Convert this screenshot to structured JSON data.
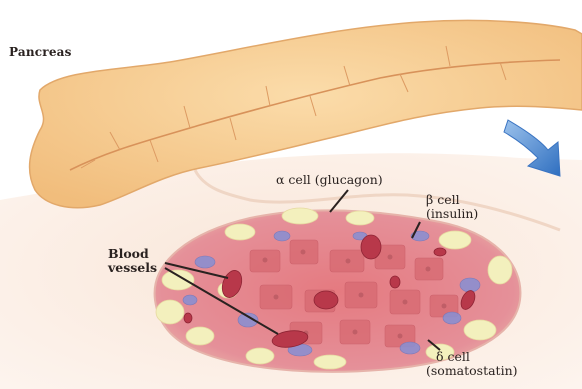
{
  "labels": {
    "pancreas": "Pancreas",
    "alpha_cell": "α cell (glucagon)",
    "beta_cell_line1": "β cell",
    "beta_cell_line2": "(insulin)",
    "blood_vessels_line1": "Blood",
    "blood_vessels_line2": "vessels",
    "delta_cell_line1": "δ cell",
    "delta_cell_line2": "(somatostatin)"
  },
  "icons": {
    "arrow": "down-right-arrow-icon"
  },
  "colors": {
    "pancreas": "#f6c98c",
    "pancreas_edge": "#e4a866",
    "islet": "#e1868d",
    "alpha_cells": "#f2efb8",
    "beta_cells": "#d66a70",
    "delta_cells": "#8c8fd0",
    "blood": "#b8384a",
    "arrow": "#4a86cc",
    "background_tissue": "#f7dcc8"
  }
}
